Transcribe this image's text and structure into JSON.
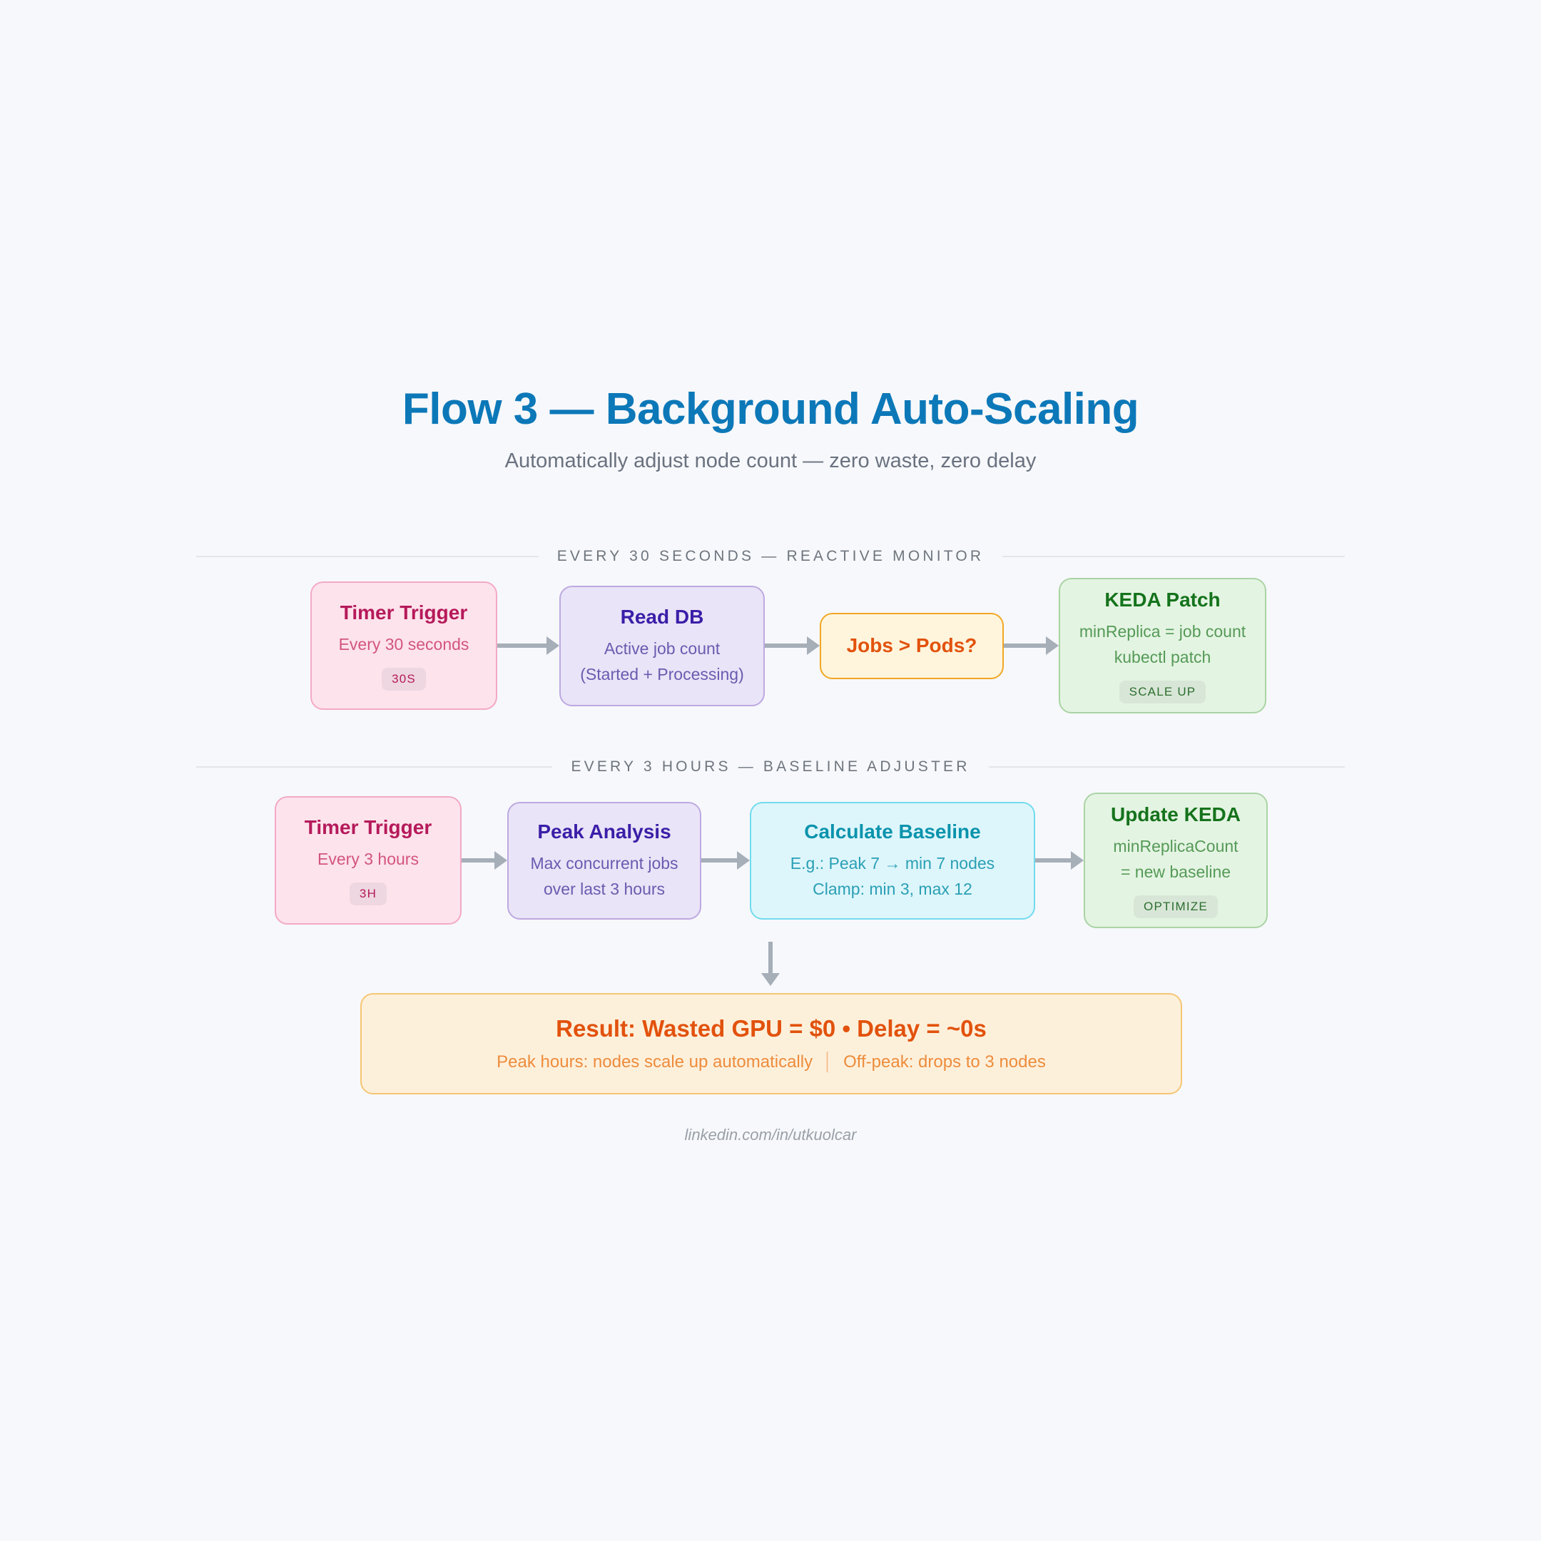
{
  "header": {
    "title": "Flow 3 — Background Auto-Scaling",
    "subtitle": "Automatically adjust node count — zero waste, zero delay"
  },
  "sections": [
    {
      "label": "EVERY 30 SECONDS — REACTIVE MONITOR",
      "nodes": [
        {
          "title": "Timer Trigger",
          "lines": [
            "Every 30 seconds"
          ],
          "badge": "30S",
          "color": "pink"
        },
        {
          "title": "Read DB",
          "lines": [
            "Active job count",
            "(Started + Processing)"
          ],
          "badge": "",
          "color": "purple"
        },
        {
          "title": "Jobs > Pods?",
          "lines": [],
          "badge": "",
          "color": "amber"
        },
        {
          "title": "KEDA Patch",
          "lines": [
            "minReplica = job count",
            "kubectl patch"
          ],
          "badge": "SCALE UP",
          "color": "green"
        }
      ]
    },
    {
      "label": "EVERY 3 HOURS — BASELINE ADJUSTER",
      "nodes": [
        {
          "title": "Timer Trigger",
          "lines": [
            "Every 3 hours"
          ],
          "badge": "3H",
          "color": "pink"
        },
        {
          "title": "Peak Analysis",
          "lines": [
            "Max concurrent jobs",
            "over last 3 hours"
          ],
          "badge": "",
          "color": "purple"
        },
        {
          "title": "Calculate Baseline",
          "lines": [
            "E.g.: Peak 7 → min 7 nodes",
            "Clamp: min 3, max 12"
          ],
          "badge": "",
          "color": "cyan"
        },
        {
          "title": "Update KEDA",
          "lines": [
            "minReplicaCount",
            "= new baseline"
          ],
          "badge": "OPTIMIZE",
          "color": "green"
        }
      ]
    }
  ],
  "result": {
    "title": "Result: Wasted GPU = $0  •  Delay = ~0s",
    "sub_left": "Peak hours: nodes scale up automatically",
    "sub_sep": "│",
    "sub_right": "Off-peak: drops to 3 nodes"
  },
  "footer": {
    "text": "linkedin.com/in/utkuolcar"
  },
  "colors": {
    "background": "#f7f8fb",
    "title": "#0c78b8",
    "subtitle": "#6a7280",
    "divider": "#e2e5ea",
    "arrow": "#a6aeb8",
    "pink_fill": "#fde3ec",
    "pink_border": "#f3a9c6",
    "purple_fill": "#e9e4f7",
    "purple_border": "#bda9e2",
    "amber_fill": "#fff5dc",
    "amber_border": "#f2a725",
    "green_fill": "#e4f4e2",
    "green_border": "#a9d4a4",
    "cyan_fill": "#ddf6fb",
    "cyan_border": "#72dbee",
    "result_fill": "#fdf0db",
    "result_border": "#f5c673",
    "result_text": "#e2520d"
  }
}
